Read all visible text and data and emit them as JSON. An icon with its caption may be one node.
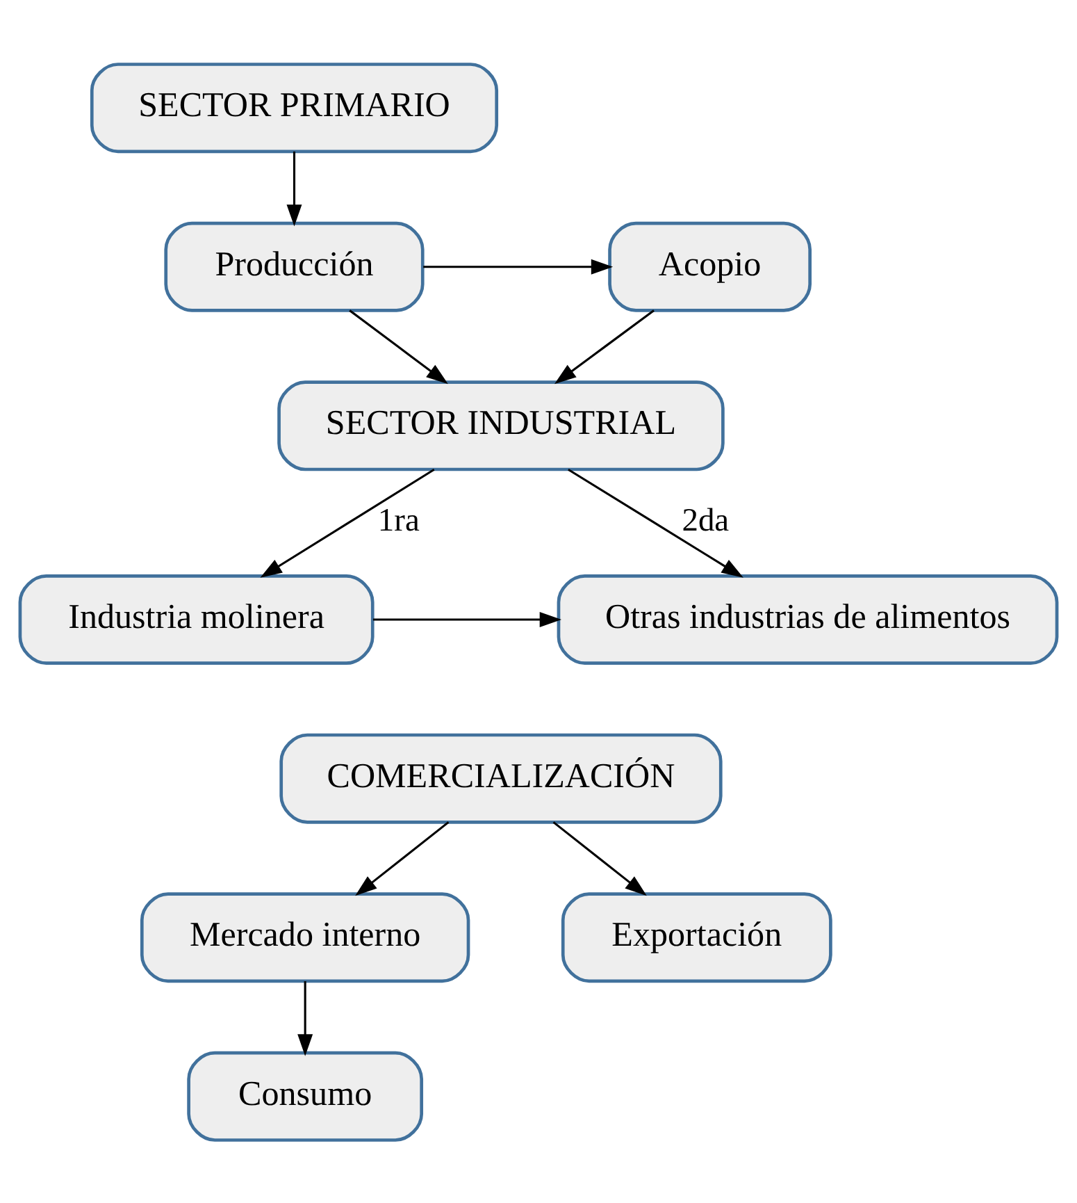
{
  "diagram": {
    "nodes": [
      {
        "text": [
          "SECTOR PRIMARIO"
        ]
      },
      {
        "text": [
          "Producción"
        ]
      },
      {
        "text": [
          "Acopio"
        ]
      },
      {
        "text": [
          "SECTOR INDUSTRIAL"
        ]
      },
      {
        "text": [
          "Industria molinera"
        ]
      },
      {
        "text": [
          "Otras industrias de alimentos"
        ]
      },
      {
        "text": [
          "COMERCIALIZACIÓN"
        ]
      },
      {
        "text": [
          "Mercado interno"
        ]
      },
      {
        "text": [
          "Exportación"
        ]
      },
      {
        "text": [
          "Consumo"
        ]
      }
    ],
    "edges": [
      {
        "from": 0,
        "to": 1,
        "arrow": "to"
      },
      {
        "from": 1,
        "to": 2,
        "arrow": "to"
      },
      {
        "from": 1,
        "to": 3,
        "arrow": "to"
      },
      {
        "from": 2,
        "to": 3,
        "arrow": "to"
      },
      {
        "from": 3,
        "to": 4,
        "arrow": "to",
        "label": "1ra"
      },
      {
        "from": 3,
        "to": 5,
        "arrow": "to",
        "label": "2da"
      },
      {
        "from": 4,
        "to": 5,
        "arrow": "to"
      },
      {
        "from": 6,
        "to": 7,
        "arrow": "to"
      },
      {
        "from": 6,
        "to": 8,
        "arrow": "to"
      },
      {
        "from": 7,
        "to": 9,
        "arrow": "to"
      }
    ]
  }
}
